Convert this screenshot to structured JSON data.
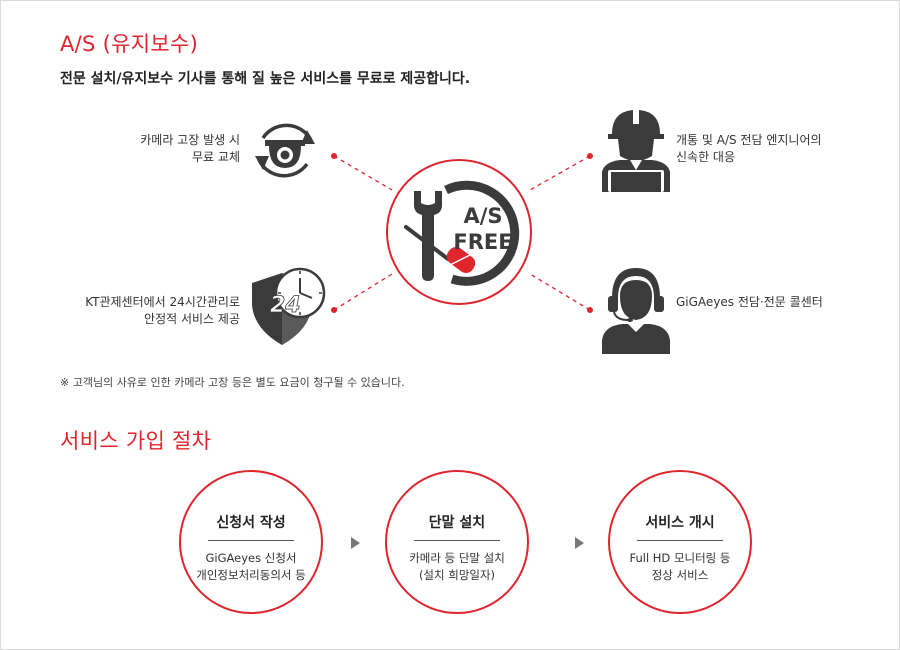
{
  "as_section": {
    "heading": "A/S (유지보수)",
    "subheading": "전문 설치/유지보수 기사를 통해 질 높은 서비스를 무료로 제공합니다.",
    "center_badge": {
      "line1": "A/S",
      "line2": "FREE"
    },
    "features": [
      {
        "icon": "camera-refresh-icon",
        "line1": "카메라 고장 발생 시",
        "line2": "무료 교체"
      },
      {
        "icon": "shield-24h-clock-icon",
        "line1": "KT관제센터에서 24시간관리로",
        "line2": "안정적 서비스 제공",
        "icon_text": "24"
      },
      {
        "icon": "engineer-laptop-icon",
        "line1": "개통 및 A/S  전담 엔지니어의",
        "line2": "신속한 대응"
      },
      {
        "icon": "headset-operator-icon",
        "line1": "GiGAeyes 전담·전문 콜센터",
        "line2": ""
      }
    ],
    "note": "※ 고객님의 사유로 인한 카메라 고장 등은 별도 요금이 청구될 수 있습니다."
  },
  "process_section": {
    "heading": "서비스 가입 절차",
    "steps": [
      {
        "title": "신청서 작성",
        "desc1": "GiGAeyes 신청서",
        "desc2": "개인정보처리동의서 등"
      },
      {
        "title": "단말 설치",
        "desc1": "카메라 등 단말 설치",
        "desc2": "(설치 희망일자)"
      },
      {
        "title": "서비스 개시",
        "desc1": "Full HD 모니터링 등",
        "desc2": "정상 서비스"
      }
    ]
  },
  "colors": {
    "accent": "#e0252d",
    "icon": "#3b3b3b",
    "text": "#333333"
  }
}
